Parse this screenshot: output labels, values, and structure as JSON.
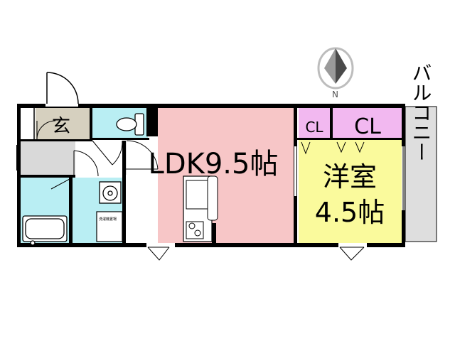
{
  "rooms": {
    "genkan": "玄",
    "ldk": "LDK9.5帖",
    "closet_small": "CL",
    "closet_large": "CL",
    "western_name": "洋室",
    "western_size": "4.5帖",
    "balcony": "バルコニー"
  },
  "compass": {
    "letter": "N"
  },
  "appliance_note": "洗濯機置場",
  "colors": {
    "ldk": "#f7c6c7",
    "western": "#fafa9c",
    "closet": "#f2b8f0",
    "wet_areas": "#b9eef3",
    "genkan": "#d6d0bf",
    "hall": "#d9d9d9",
    "balcony": "#dedede",
    "wall": "#000000"
  }
}
